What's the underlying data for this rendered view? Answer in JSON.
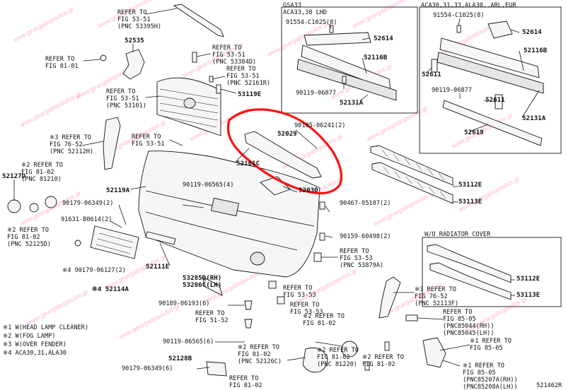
{
  "inset_gsa33": {
    "line1": "GSA33",
    "line2": "ACA33,38 LHD"
  },
  "inset_aca30": {
    "line1": "ACA30,31,33,ALA30..ARL,EUR"
  },
  "inset_radiator": {
    "line1": "W/O RADIATOR COVER"
  },
  "callouts": [
    {
      "id": "c01",
      "lines": [
        "REFER TO",
        "FIG 53-51",
        "(PNC 53395H)"
      ]
    },
    {
      "id": "c02",
      "lines": [
        "52535"
      ]
    },
    {
      "id": "c03",
      "lines": [
        "REFER TO",
        "FIG 81-01"
      ]
    },
    {
      "id": "c04",
      "lines": [
        "REFER TO",
        "FIG 53-51",
        "(PNC 53384D)"
      ]
    },
    {
      "id": "c05",
      "lines": [
        "REFER TO",
        "FIG 53-51",
        "(PNC 52161R)"
      ]
    },
    {
      "id": "c06",
      "lines": [
        "53119E"
      ]
    },
    {
      "id": "c07",
      "lines": [
        "REFER TO",
        "FIG 53-51",
        "(PNC 53101)"
      ]
    },
    {
      "id": "c08",
      "lines": [
        "※3 REFER TO",
        "FIG 76-52",
        "(PNC 52112H)"
      ]
    },
    {
      "id": "c09",
      "lines": [
        "REFER TO",
        "FIG 53-51"
      ]
    },
    {
      "id": "c10",
      "lines": [
        "※2 REFER TO",
        "FIG 81-02",
        "(PNC 81210)"
      ]
    },
    {
      "id": "c11",
      "lines": [
        "52127D"
      ]
    },
    {
      "id": "c12",
      "lines": [
        "52119A"
      ]
    },
    {
      "id": "c13",
      "lines": [
        "52161C"
      ]
    },
    {
      "id": "c14",
      "lines": [
        "52029"
      ]
    },
    {
      "id": "c15",
      "lines": [
        "90105-06241(2)"
      ]
    },
    {
      "id": "c16",
      "lines": [
        "90119-06565(4)"
      ]
    },
    {
      "id": "c17",
      "lines": [
        "52030"
      ]
    },
    {
      "id": "c18",
      "lines": [
        "90179-06349(2)"
      ]
    },
    {
      "id": "c19",
      "lines": [
        "91631-B0614(2)"
      ]
    },
    {
      "id": "c20",
      "lines": [
        "※2 REFER TO",
        "FIG 81-02",
        "(PNC 52125D)"
      ]
    },
    {
      "id": "c21",
      "lines": [
        "※4 90179-06127(2)"
      ]
    },
    {
      "id": "c22",
      "lines": [
        "52111E"
      ]
    },
    {
      "id": "c23",
      "lines": [
        "※4 52114A"
      ]
    },
    {
      "id": "c24",
      "lines": [
        "53285D(RH)",
        "53286C(LH)"
      ]
    },
    {
      "id": "c25",
      "lines": [
        "90189-06193(6)"
      ]
    },
    {
      "id": "c26",
      "lines": [
        "REFER TO",
        "FIG 51-52"
      ]
    },
    {
      "id": "c27",
      "lines": [
        "90119-06565(6)"
      ]
    },
    {
      "id": "c28",
      "lines": [
        "52128B"
      ]
    },
    {
      "id": "c29",
      "lines": [
        "90179-06349(6)"
      ]
    },
    {
      "id": "c30",
      "lines": [
        "※2 REFER TO",
        "FIG 81-02",
        "(PNC 52126C)"
      ]
    },
    {
      "id": "c31",
      "lines": [
        "REFER TO",
        "FIG 81-02"
      ]
    },
    {
      "id": "c32",
      "lines": [
        "※2 REFER TO",
        "FIG 81-02",
        "(PNC 81220)"
      ]
    },
    {
      "id": "c33",
      "lines": [
        "※2 REFER TO",
        "FIG 81-02"
      ]
    },
    {
      "id": "c34",
      "lines": [
        "※2 REFER TO",
        "FIG 81-02"
      ]
    },
    {
      "id": "c35",
      "lines": [
        "REFER TO",
        "FIG 53-53"
      ]
    },
    {
      "id": "c36",
      "lines": [
        "REFER TO",
        "FIG 53-53"
      ]
    },
    {
      "id": "c37",
      "lines": [
        "REFER TO",
        "FIG 53-53",
        "(PNC 53879A)"
      ]
    },
    {
      "id": "c38",
      "lines": [
        "90467-05107(2)"
      ]
    },
    {
      "id": "c39",
      "lines": [
        "90159-60498(2)"
      ]
    },
    {
      "id": "c40",
      "lines": [
        "53112E"
      ]
    },
    {
      "id": "c41",
      "lines": [
        "53113E"
      ]
    },
    {
      "id": "c42",
      "lines": [
        "53112E"
      ]
    },
    {
      "id": "c43",
      "lines": [
        "53113E"
      ]
    },
    {
      "id": "c44",
      "lines": [
        "※3 REFER TO",
        "FIG 76-52",
        "(PNC 52113F)"
      ]
    },
    {
      "id": "c45",
      "lines": [
        "REFER TO",
        "FIG 85-05",
        "(PNC85044(RH))",
        "(PNC85045(LH))"
      ]
    },
    {
      "id": "c46",
      "lines": [
        "※1 REFER TO",
        "FIG 85-05"
      ]
    },
    {
      "id": "c47",
      "lines": [
        "※1 REFER TO",
        "FIG 85-05",
        "(PNC85207A(RH))",
        "(PNC85208A(LH))"
      ]
    },
    {
      "id": "c48",
      "lines": [
        "91554-C1025(8)"
      ]
    },
    {
      "id": "c49",
      "lines": [
        "52614"
      ]
    },
    {
      "id": "c50",
      "lines": [
        "52116B"
      ]
    },
    {
      "id": "c51",
      "lines": [
        "90119-06877"
      ]
    },
    {
      "id": "c52",
      "lines": [
        "52131A"
      ]
    },
    {
      "id": "c53",
      "lines": [
        "91554-C1025(8)"
      ]
    },
    {
      "id": "c54",
      "lines": [
        "52614"
      ]
    },
    {
      "id": "c55",
      "lines": [
        "52116B"
      ]
    },
    {
      "id": "c56",
      "lines": [
        "52611"
      ]
    },
    {
      "id": "c57",
      "lines": [
        "90119-06877"
      ]
    },
    {
      "id": "c58",
      "lines": [
        "52611"
      ]
    },
    {
      "id": "c59",
      "lines": [
        "52131A"
      ]
    },
    {
      "id": "c60",
      "lines": [
        "52618"
      ]
    }
  ],
  "legend": [
    "※1 W(HEAD LAMP CLEANER)",
    "※2 W(FOG LAMP)",
    "※3 W(OVER FENDER)",
    "※4 ACA30,31,ALA30"
  ],
  "figure_id": "521462R",
  "watermark": "www.geargabopoulos.gr",
  "colors": {
    "highlight": "#ff1010",
    "watermark": "#ff3355",
    "ink": "#111111"
  }
}
